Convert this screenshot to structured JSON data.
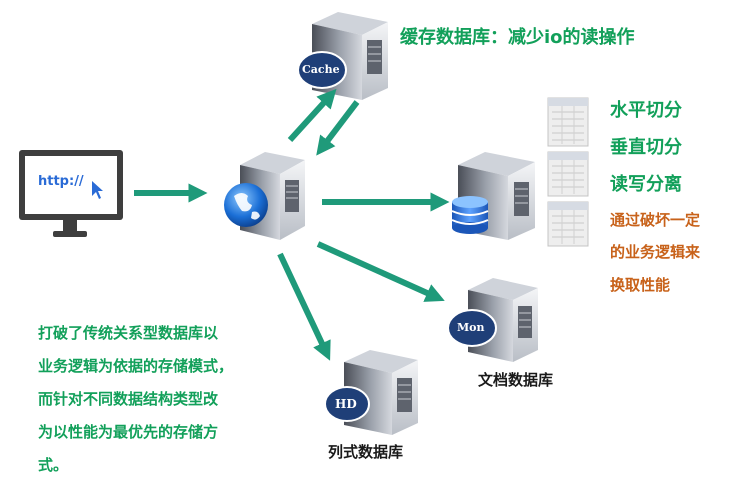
{
  "monitor": {
    "url_text": "http://"
  },
  "cache": {
    "badge": "Cache",
    "title": "缓存数据库：减少io的读操作"
  },
  "rdb": {
    "strategies": [
      "水平切分",
      "垂直切分",
      "读写分离"
    ],
    "note_lines": [
      "通过破坏一定",
      "的业务逻辑来",
      "换取性能"
    ]
  },
  "mongo": {
    "badge": "Mon",
    "label": "文档数据库"
  },
  "hbase": {
    "badge": "HD",
    "label": "列式数据库"
  },
  "nosql_description": [
    "打破了传统关系型数据库以",
    "业务逻辑为依据的存储模式，",
    "而针对不同数据结构类型改",
    "为以性能为最优先的存储方",
    "式。"
  ],
  "colors": {
    "arrow": "#1f9a7a",
    "text_green": "#12a05a",
    "text_orange": "#c8621a",
    "badge": "#1f3f78"
  }
}
